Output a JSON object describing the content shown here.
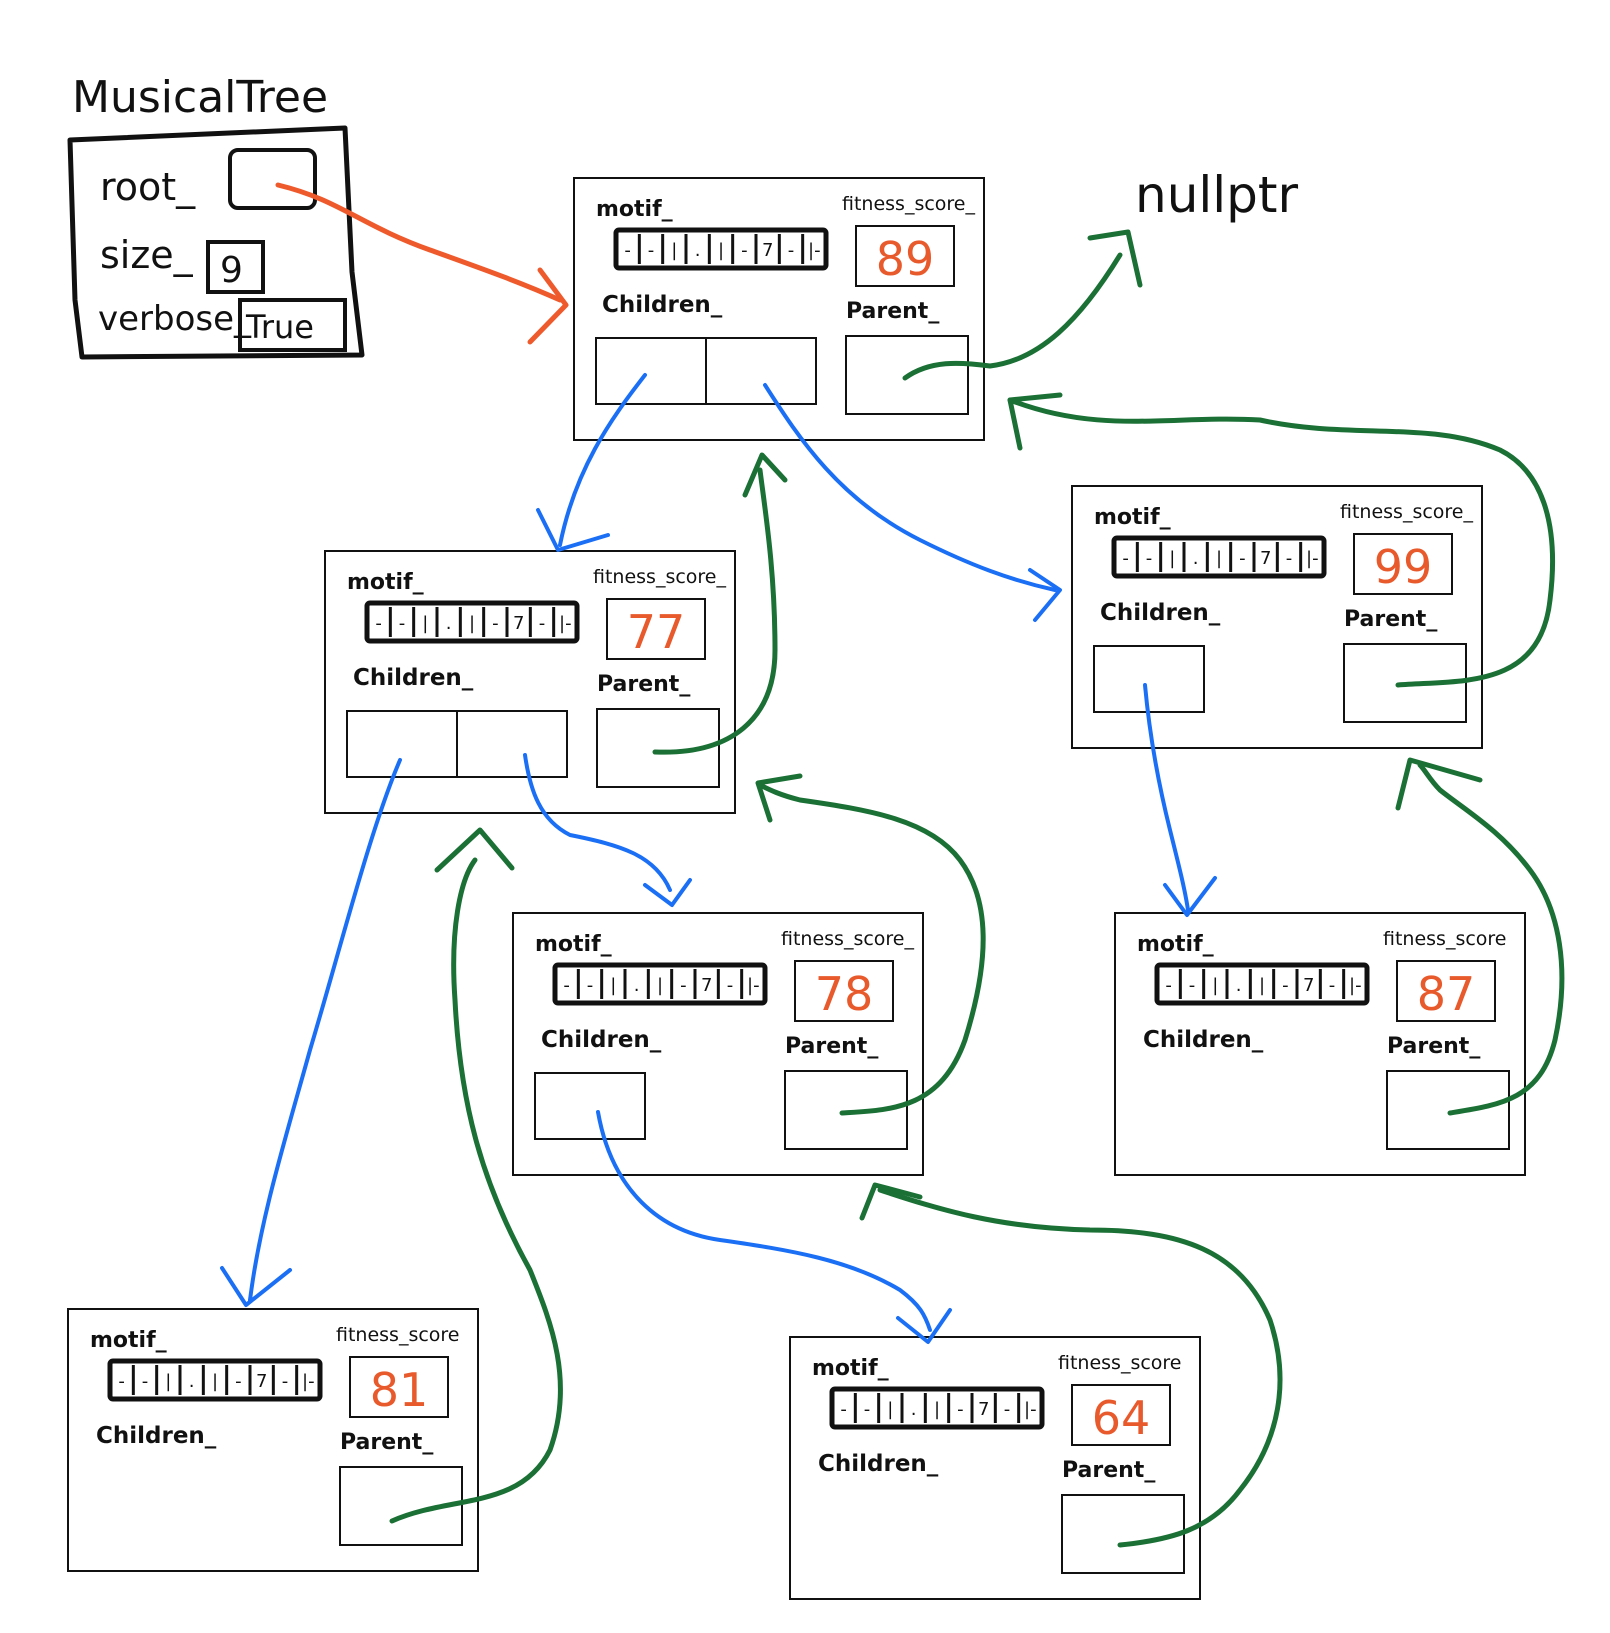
{
  "tree": {
    "title": "MusicalTree",
    "fields": [
      {
        "label": "root_",
        "value": ""
      },
      {
        "label": "size_",
        "value": "9"
      },
      {
        "label": "verbose_",
        "value": "True"
      }
    ]
  },
  "null_label": "nullptr",
  "node_labels": {
    "motif": "motif_",
    "fitness": "fitness_score_",
    "fitness_short": "fitness_score",
    "children": "Children_",
    "parent": "Parent_"
  },
  "motif_cells": [
    "-",
    "-",
    "|",
    ".",
    "|",
    "-",
    "7",
    "-",
    "|-"
  ],
  "nodes": [
    {
      "id": "root",
      "score": "89"
    },
    {
      "id": "left",
      "score": "77"
    },
    {
      "id": "right",
      "score": "99"
    },
    {
      "id": "left-left",
      "score": "81"
    },
    {
      "id": "left-right",
      "score": "78"
    },
    {
      "id": "right-child",
      "score": "87"
    },
    {
      "id": "left-right-child",
      "score": "64"
    }
  ],
  "colors": {
    "child_pointer": "#1a6ff5",
    "parent_pointer": "#1a7035",
    "root_pointer": "#ef5a2c",
    "score_text": "#e85a2c",
    "ink": "#111111"
  }
}
